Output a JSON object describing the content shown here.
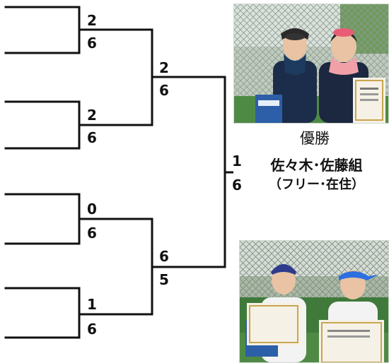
{
  "scores": {
    "r1_m1_top": "2",
    "r1_m1_bottom": "6",
    "r1_m2_top": "2",
    "r1_m2_bottom": "6",
    "r1_m3_top": "0",
    "r1_m3_bottom": "6",
    "r1_m4_top": "1",
    "r1_m4_bottom": "6",
    "r2_m1_top": "2",
    "r2_m1_bottom": "6",
    "r2_m2_top": "6",
    "r2_m2_bottom": "5",
    "final_top": "1",
    "final_bottom": "6"
  },
  "winner": {
    "title": "優勝",
    "names": "佐々木･佐藤組",
    "affiliation": "（フリー･在住）"
  },
  "colors": {
    "line": "#111111",
    "court_green": "#4f8a45",
    "fence": "#8f9a8f",
    "skin": "#e9c3a4"
  }
}
